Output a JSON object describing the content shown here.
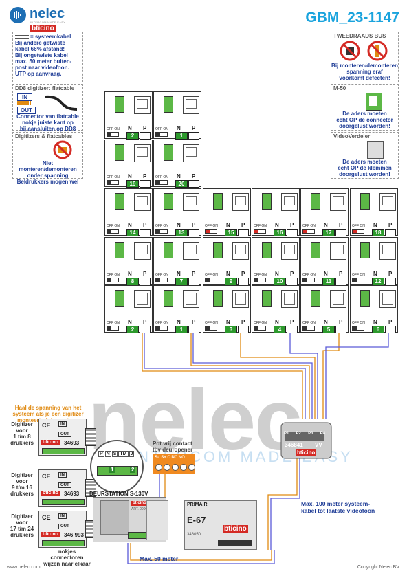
{
  "header": {
    "logo_name": "nelec",
    "logo_tagline": "INTERCOM MADE EASY",
    "logo_brand": "bticino",
    "doc_code": "GBM_23-1147",
    "watermark": "nelec",
    "watermark_tagline": "INTERCOM MADE EASY"
  },
  "legend": {
    "cable_label": "= systeemkabel",
    "lines": [
      "Bij andere getwiste",
      "kabel 66% afstand!",
      "Bij ongetwiste kabel",
      "max. 50 meter buiten-",
      "post naar videofoon.",
      "UTP op aanvraag."
    ]
  },
  "dd8_box": {
    "title": "DD8 digitizer: flatcable",
    "in_label": "IN",
    "out_label": "OUT",
    "note": [
      "Connector van flatcable",
      "nokje juiste kant op",
      "bij aansluiten op DD8"
    ]
  },
  "digitizer_warning": {
    "title": "Digitizers & flatcables",
    "note": [
      "Niet monteren/demonteren",
      "onder spanning",
      "Beldrukkers mogen wel"
    ]
  },
  "bus_box": {
    "title": "TWEEDRAADS BUS",
    "note": [
      "Bij monteren/demonteren",
      "spanning eraf",
      "voorkomt defecten!"
    ]
  },
  "m50_box": {
    "title": "M-50",
    "note": [
      "De aders moeten",
      "echt OP de connector",
      "doorgelust worden!"
    ]
  },
  "videoverdeler_box": {
    "title": "VideoVerdeler",
    "note": [
      "De aders moeten",
      "echt OP de klemmen",
      "doorgelust worden!"
    ]
  },
  "units": {
    "switch_label": "OFF ON",
    "n_label": "N",
    "p_label": "P",
    "rows": [
      [
        "2",
        "1"
      ],
      [
        "19",
        "20"
      ],
      [
        "14",
        "13",
        "15",
        "16",
        "17",
        "18"
      ],
      [
        "8",
        "7",
        "9",
        "10",
        "11",
        "12"
      ],
      [
        "2",
        "1",
        "3",
        "4",
        "5",
        "6"
      ]
    ]
  },
  "distributor": {
    "ports": [
      "P1",
      "P2",
      "P3",
      "P4"
    ],
    "code": "346841",
    "vv_label": "VV",
    "brand": "bticino"
  },
  "left_note": [
    "Haal de spanning van het",
    "systeem als je een digitizer",
    "monteert of demonteert"
  ],
  "digitizers": [
    {
      "label": [
        "Digitizer",
        "voor",
        "1 t/m 8",
        "drukkers"
      ],
      "code": "34693"
    },
    {
      "label": [
        "Digitizer",
        "voor",
        "9 t/m 16",
        "drukkers"
      ],
      "code": "34693"
    },
    {
      "label": [
        "Digitizer",
        "voor",
        "17 t/m 24",
        "drukkers"
      ],
      "code": "346 993"
    }
  ],
  "digitizer_marks": {
    "ce": "CE",
    "in": "IN",
    "out": "OUT"
  },
  "keypad": {
    "labels": [
      "P",
      "N",
      "S",
      "TM",
      "J"
    ],
    "numbers": [
      "1",
      "2"
    ]
  },
  "door_station": {
    "label": "DEURSTATION S-130V",
    "code": "ART. 00000"
  },
  "relay": {
    "title": [
      "Pot.vrij contact",
      "tbv deuropener"
    ],
    "terminals": "S-  S+ C NC NO"
  },
  "power_supply": {
    "primair": "PRIMAIR",
    "model": "E-67",
    "code": "346050",
    "brand": "bticino"
  },
  "notes": {
    "max100": [
      "Max. 100 meter systeem-",
      "kabel tot laatste videofoon"
    ],
    "max50": "Max. 50 meter",
    "nokjes": [
      "nokjes connectoren",
      "wijzen naar elkaar"
    ]
  },
  "footer": {
    "left": "www.nelec.com",
    "right": "Copyright Nelec BV"
  }
}
